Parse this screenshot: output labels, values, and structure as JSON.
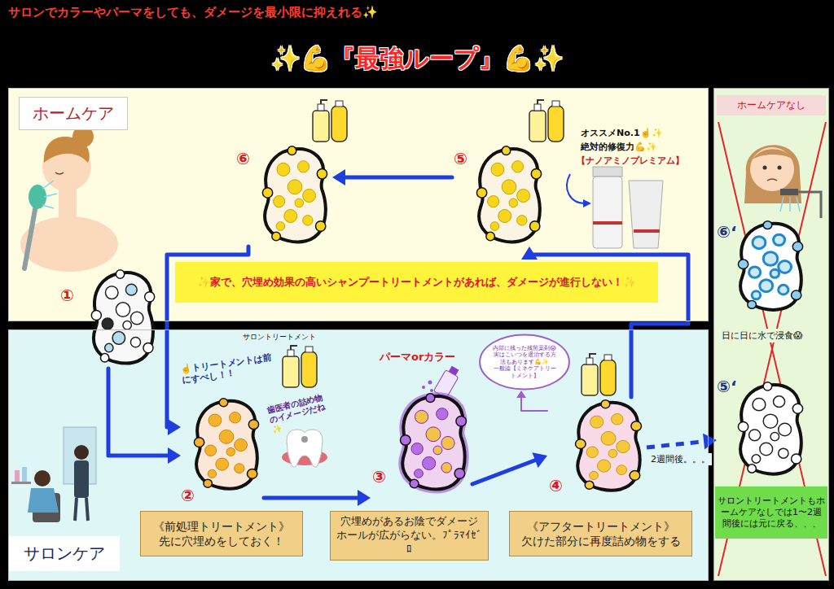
{
  "diagram": {
    "title": "✨💪『最強ループ』💪✨",
    "nodes": [
      {
        "text": [
          "ホームケア"
        ]
      },
      {
        "text": [
          "⑥"
        ],
        "in": 0
      },
      {
        "text": [
          "⑤"
        ],
        "in": 0
      },
      {
        "text": [
          "✨家で、穴埋め効果の高いシャンプートリートメントがあれば、ダメージが進行しない！✨"
        ],
        "in": 0
      },
      {
        "text": [
          "ホームケアなし"
        ]
      },
      {
        "text": [
          "⑥‘"
        ],
        "in": 4
      },
      {
        "text": [
          "⑤‘"
        ],
        "in": 4
      },
      {
        "text": [
          "サロントリートメントもホームケアなしでは1〜2週間後には元に戻る、、、"
        ],
        "in": 4
      },
      {
        "text": [
          "①"
        ]
      },
      {
        "text": [
          "サロンケア"
        ]
      },
      {
        "text": [
          "②"
        ],
        "in": 9
      },
      {
        "text": [
          "③"
        ],
        "in": 9
      },
      {
        "text": [
          "④"
        ],
        "in": 9
      },
      {
        "text": [
          "内部に残った残留薬剤😱",
          "実はこいつを退治する方法もあります💪✨",
          "一般論【ミネケアトリートメント】"
        ],
        "in": 9
      },
      {
        "text": [
          "《前処理トリートメント》",
          "先に穴埋めをしておく！"
        ],
        "in": 9
      },
      {
        "text": [
          "穴埋めがあるお陰でダメージホールが広がらない。ﾌﾟﾗﾏｲｾﾞﾛ"
        ],
        "in": 9
      },
      {
        "text": [
          "《アフタートリートメント》",
          "欠けた部分に再度詰め物をする"
        ],
        "in": 9
      }
    ],
    "edges": [
      {
        "from": 8,
        "to": 10,
        "arrow": "to"
      },
      {
        "from": 10,
        "to": 11,
        "arrow": "to"
      },
      {
        "from": 11,
        "to": 12,
        "arrow": "to"
      },
      {
        "from": 12,
        "to": 13,
        "arrow": "to"
      },
      {
        "from": 12,
        "to": 2,
        "arrow": "to"
      },
      {
        "from": 2,
        "to": 1,
        "arrow": "to"
      },
      {
        "from": 1,
        "to": 10,
        "arrow": "to"
      },
      {
        "from": 12,
        "to": 6,
        "label": "2週間後。。。",
        "arrow": "to"
      }
    ],
    "labels": [
      "サロンでカラーやパーマをしても、ダメージを最小限に抑えれる✨",
      "オススメNo.1☝️✨",
      "絶対的修復力💪✨",
      "【ナノアミノプレミアム】",
      "サロントリートメント",
      "☝️トリートメントは前にすべし！！",
      "歯医者の詰め物のイメージだね✨",
      "パーマorカラー",
      "日に日に水で浸食😱"
    ]
  }
}
